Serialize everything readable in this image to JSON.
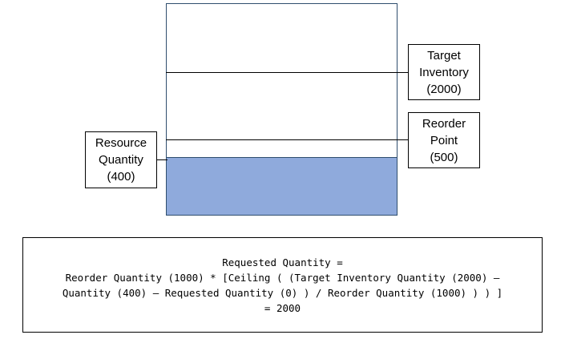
{
  "colors": {
    "tank_border": "#2f4e6e",
    "fill": "#8faadc",
    "line": "#000000",
    "background": "#ffffff"
  },
  "tank": {
    "resource_quantity": 400,
    "reorder_point": 500,
    "target_inventory": 2000
  },
  "callouts": {
    "target_inventory": {
      "lines": [
        "Target",
        "Inventory",
        "(2000)"
      ]
    },
    "reorder_point": {
      "lines": [
        "Reorder",
        "Point",
        "(500)"
      ]
    },
    "resource_quantity": {
      "lines": [
        "Resource",
        "Quantity",
        "(400)"
      ]
    }
  },
  "formula": {
    "lines": [
      "Requested Quantity =",
      "Reorder Quantity (1000) * [Ceiling ( (Target Inventory Quantity (2000) –",
      "Quantity (400) – Requested Quantity (0) ) / Reorder Quantity (1000) ) ) ]",
      "= 2000"
    ]
  }
}
